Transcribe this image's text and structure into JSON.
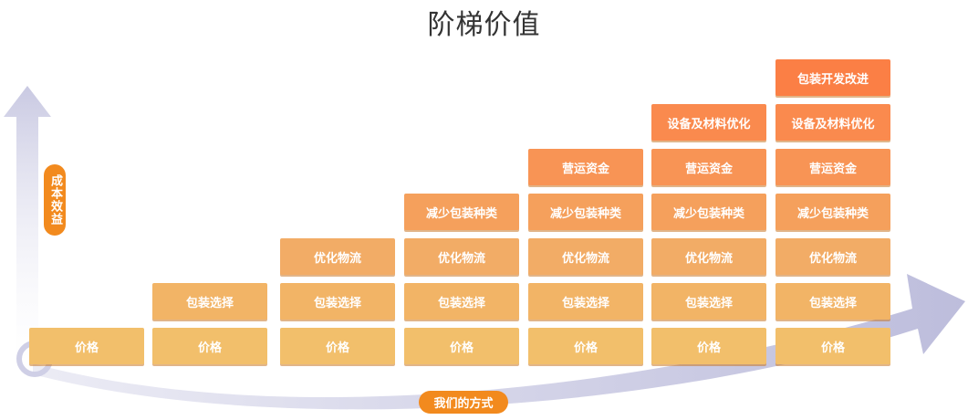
{
  "title": "阶梯价值",
  "y_axis_label": "成本效益",
  "x_axis_label": "我们的方式",
  "columns": [
    [
      "价格"
    ],
    [
      "价格",
      "包装选择"
    ],
    [
      "价格",
      "包装选择",
      "优化物流"
    ],
    [
      "价格",
      "包装选择",
      "优化物流",
      "减少包装种类"
    ],
    [
      "价格",
      "包装选择",
      "优化物流",
      "减少包装种类",
      "营运资金"
    ],
    [
      "价格",
      "包装选择",
      "优化物流",
      "减少包装种类",
      "营运资金",
      "设备及材料优化"
    ],
    [
      "价格",
      "包装选择",
      "优化物流",
      "减少包装种类",
      "营运资金",
      "设备及材料优化",
      "包装开发改进"
    ]
  ],
  "level_colors": [
    "#f2bf6b",
    "#f2b466",
    "#f2ac66",
    "#f5a05c",
    "#f89455",
    "#fa8a4e",
    "#fb7f45"
  ],
  "accent_color": "#f28a1e"
}
